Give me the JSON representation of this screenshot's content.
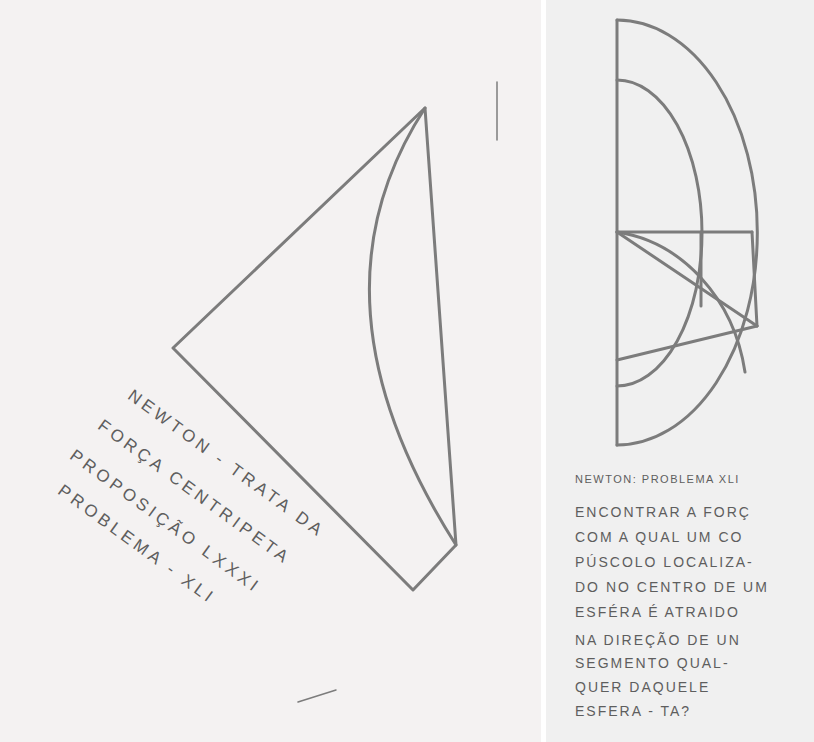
{
  "diagram": {
    "labels": [
      "NEWTON - TRATA DA",
      "FORÇA CENTRIPETA",
      "PROPOSIÇÃO LXXXI",
      "PROBLEMA - XLI",
      "NEWTON: PROBLEMA XLI",
      "ENCONTRAR A FORÇ",
      "COM A QUAL UM CO",
      "PÚSCOLO LOCALIZA-",
      "DO NO CENTRO DE UM",
      "ESFÉRA É ATRAIDO",
      "NA DIREÇÃO DE UN",
      "SEGMENTO QUAL-",
      "QUER DAQUELE",
      "ESFERA - TA?"
    ]
  }
}
